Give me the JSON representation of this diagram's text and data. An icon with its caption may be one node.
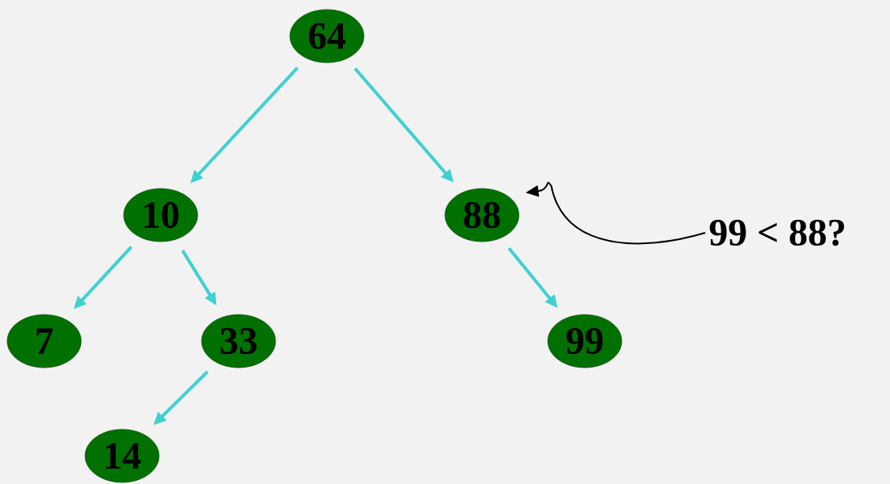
{
  "diagram": {
    "nodes": [
      {
        "text": [
          "64"
        ]
      },
      {
        "text": [
          "10"
        ]
      },
      {
        "text": [
          "88"
        ]
      },
      {
        "text": [
          "7"
        ]
      },
      {
        "text": [
          "33"
        ]
      },
      {
        "text": [
          "99"
        ]
      },
      {
        "text": [
          "14"
        ]
      },
      {
        "text": [
          "99 < 88?"
        ]
      }
    ],
    "edges": [
      {
        "from": 0,
        "to": 1,
        "arrow": "to"
      },
      {
        "from": 0,
        "to": 2,
        "arrow": "to"
      },
      {
        "from": 1,
        "to": 3,
        "arrow": "to"
      },
      {
        "from": 1,
        "to": 4,
        "arrow": "to"
      },
      {
        "from": 2,
        "to": 5,
        "arrow": "to"
      },
      {
        "from": 4,
        "to": 6,
        "arrow": "to"
      },
      {
        "from": 7,
        "to": 2,
        "arrow": "to",
        "color": "#000000"
      }
    ]
  }
}
